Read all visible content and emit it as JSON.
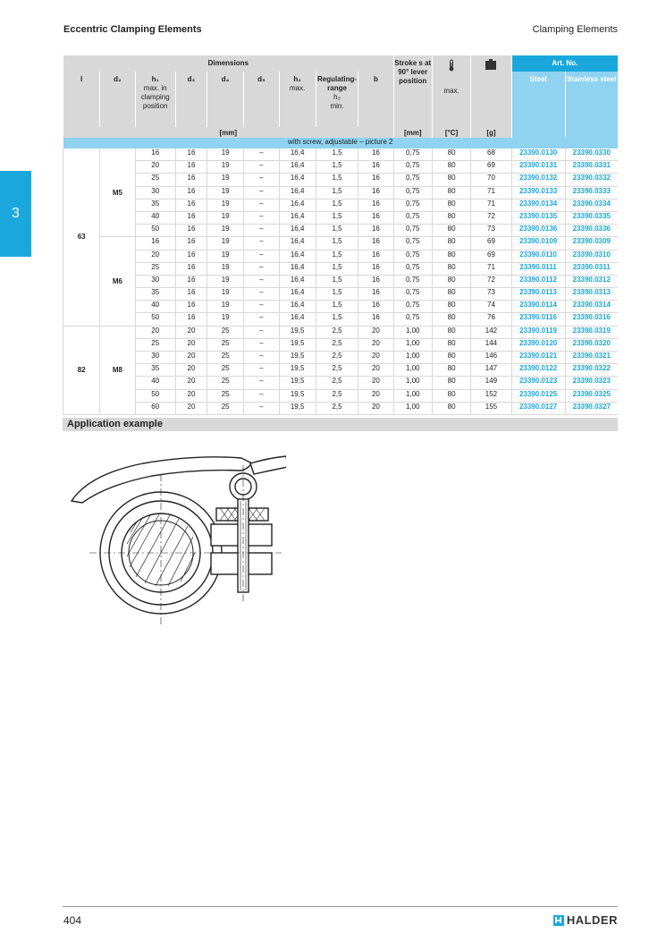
{
  "header": {
    "left": "Eccentric Clamping Elements",
    "right": "Clamping Elements"
  },
  "side_tab": "3",
  "table": {
    "dimensions_label": "Dimensions",
    "stroke_label": "Stroke s at 90° lever position",
    "art_no_label": "Art. No.",
    "cols": {
      "l": "l",
      "d2": "d₂",
      "h1": "h₁",
      "h1_sub": "max. in clamping position",
      "d3": "d₃",
      "d4": "d₄",
      "d5": "d₅",
      "h2": "h₂",
      "h2_sub": "max.",
      "reg": "Regulating-range",
      "h3": "h₃",
      "h3_sub": "min.",
      "b": "b",
      "temp_sub": "max.",
      "steel": "Steel",
      "stainless": "Stainless steel"
    },
    "temp_icon": "thermometer-icon",
    "weight_icon": "weight-icon",
    "units": {
      "mm": "[mm]",
      "stroke": "[mm]",
      "temp": "[°C]",
      "weight": "[g]"
    },
    "group_label": "with screw, adjustable – picture 2",
    "l_values": [
      "63",
      "82"
    ],
    "d2_values": [
      "M5",
      "M6",
      "M8"
    ],
    "rows": [
      {
        "h1": "16",
        "d3": "16",
        "d4": "19",
        "d5": "–",
        "h2": "16,4",
        "h3": "1,5",
        "b": "16",
        "s": "0,75",
        "t": "80",
        "g": "68",
        "steel": "23390.0130",
        "stainless": "23390.0330"
      },
      {
        "h1": "20",
        "d3": "16",
        "d4": "19",
        "d5": "–",
        "h2": "16,4",
        "h3": "1,5",
        "b": "16",
        "s": "0,75",
        "t": "80",
        "g": "69",
        "steel": "23390.0131",
        "stainless": "23390.0331"
      },
      {
        "h1": "25",
        "d3": "16",
        "d4": "19",
        "d5": "–",
        "h2": "16,4",
        "h3": "1,5",
        "b": "16",
        "s": "0,75",
        "t": "80",
        "g": "70",
        "steel": "23390.0132",
        "stainless": "23390.0332"
      },
      {
        "h1": "30",
        "d3": "16",
        "d4": "19",
        "d5": "–",
        "h2": "16,4",
        "h3": "1,5",
        "b": "16",
        "s": "0,75",
        "t": "80",
        "g": "71",
        "steel": "23390.0133",
        "stainless": "23390.0333"
      },
      {
        "h1": "35",
        "d3": "16",
        "d4": "19",
        "d5": "–",
        "h2": "16,4",
        "h3": "1,5",
        "b": "16",
        "s": "0,75",
        "t": "80",
        "g": "71",
        "steel": "23390.0134",
        "stainless": "23390.0334"
      },
      {
        "h1": "40",
        "d3": "16",
        "d4": "19",
        "d5": "–",
        "h2": "16,4",
        "h3": "1,5",
        "b": "16",
        "s": "0,75",
        "t": "80",
        "g": "72",
        "steel": "23390.0135",
        "stainless": "23390.0335"
      },
      {
        "h1": "50",
        "d3": "16",
        "d4": "19",
        "d5": "–",
        "h2": "16,4",
        "h3": "1,5",
        "b": "16",
        "s": "0,75",
        "t": "80",
        "g": "73",
        "steel": "23390.0136",
        "stainless": "23390.0336"
      },
      {
        "h1": "16",
        "d3": "16",
        "d4": "19",
        "d5": "–",
        "h2": "16,4",
        "h3": "1,5",
        "b": "16",
        "s": "0,75",
        "t": "80",
        "g": "69",
        "steel": "23390.0109",
        "stainless": "23390.0309"
      },
      {
        "h1": "20",
        "d3": "16",
        "d4": "19",
        "d5": "–",
        "h2": "16,4",
        "h3": "1,5",
        "b": "16",
        "s": "0,75",
        "t": "80",
        "g": "69",
        "steel": "23390.0110",
        "stainless": "23390.0310"
      },
      {
        "h1": "25",
        "d3": "16",
        "d4": "19",
        "d5": "–",
        "h2": "16,4",
        "h3": "1,5",
        "b": "16",
        "s": "0,75",
        "t": "80",
        "g": "71",
        "steel": "23390.0111",
        "stainless": "23390.0311"
      },
      {
        "h1": "30",
        "d3": "16",
        "d4": "19",
        "d5": "–",
        "h2": "16,4",
        "h3": "1,5",
        "b": "16",
        "s": "0,75",
        "t": "80",
        "g": "72",
        "steel": "23390.0112",
        "stainless": "23390.0312"
      },
      {
        "h1": "35",
        "d3": "16",
        "d4": "19",
        "d5": "–",
        "h2": "16,4",
        "h3": "1,5",
        "b": "16",
        "s": "0,75",
        "t": "80",
        "g": "73",
        "steel": "23390.0113",
        "stainless": "23390.0313"
      },
      {
        "h1": "40",
        "d3": "16",
        "d4": "19",
        "d5": "–",
        "h2": "16,4",
        "h3": "1,5",
        "b": "16",
        "s": "0,75",
        "t": "80",
        "g": "74",
        "steel": "23390.0114",
        "stainless": "23390.0314"
      },
      {
        "h1": "50",
        "d3": "16",
        "d4": "19",
        "d5": "–",
        "h2": "16,4",
        "h3": "1,5",
        "b": "16",
        "s": "0,75",
        "t": "80",
        "g": "76",
        "steel": "23390.0116",
        "stainless": "23390.0316"
      },
      {
        "h1": "20",
        "d3": "20",
        "d4": "25",
        "d5": "–",
        "h2": "19,5",
        "h3": "2,5",
        "b": "20",
        "s": "1,00",
        "t": "80",
        "g": "142",
        "steel": "23390.0119",
        "stainless": "23390.0319"
      },
      {
        "h1": "25",
        "d3": "20",
        "d4": "25",
        "d5": "–",
        "h2": "19,5",
        "h3": "2,5",
        "b": "20",
        "s": "1,00",
        "t": "80",
        "g": "144",
        "steel": "23390.0120",
        "stainless": "23390.0320"
      },
      {
        "h1": "30",
        "d3": "20",
        "d4": "25",
        "d5": "–",
        "h2": "19,5",
        "h3": "2,5",
        "b": "20",
        "s": "1,00",
        "t": "80",
        "g": "146",
        "steel": "23390.0121",
        "stainless": "23390.0321"
      },
      {
        "h1": "35",
        "d3": "20",
        "d4": "25",
        "d5": "–",
        "h2": "19,5",
        "h3": "2,5",
        "b": "20",
        "s": "1,00",
        "t": "80",
        "g": "147",
        "steel": "23390.0122",
        "stainless": "23390.0322"
      },
      {
        "h1": "40",
        "d3": "20",
        "d4": "25",
        "d5": "–",
        "h2": "19,5",
        "h3": "2,5",
        "b": "20",
        "s": "1,00",
        "t": "80",
        "g": "149",
        "steel": "23390.0123",
        "stainless": "23390.0323"
      },
      {
        "h1": "50",
        "d3": "20",
        "d4": "25",
        "d5": "–",
        "h2": "19,5",
        "h3": "2,5",
        "b": "20",
        "s": "1,00",
        "t": "80",
        "g": "152",
        "steel": "23390.0125",
        "stainless": "23390.0325"
      },
      {
        "h1": "60",
        "d3": "20",
        "d4": "25",
        "d5": "–",
        "h2": "19,5",
        "h3": "2,5",
        "b": "20",
        "s": "1,00",
        "t": "80",
        "g": "155",
        "steel": "23390.0127",
        "stainless": "23390.0327"
      }
    ]
  },
  "application_title": "Application example",
  "drawing_icon": "eccentric-clamp-drawing",
  "footer": {
    "page": "404",
    "brand": "HALDER",
    "logo_icon": "halder-logo-icon"
  }
}
